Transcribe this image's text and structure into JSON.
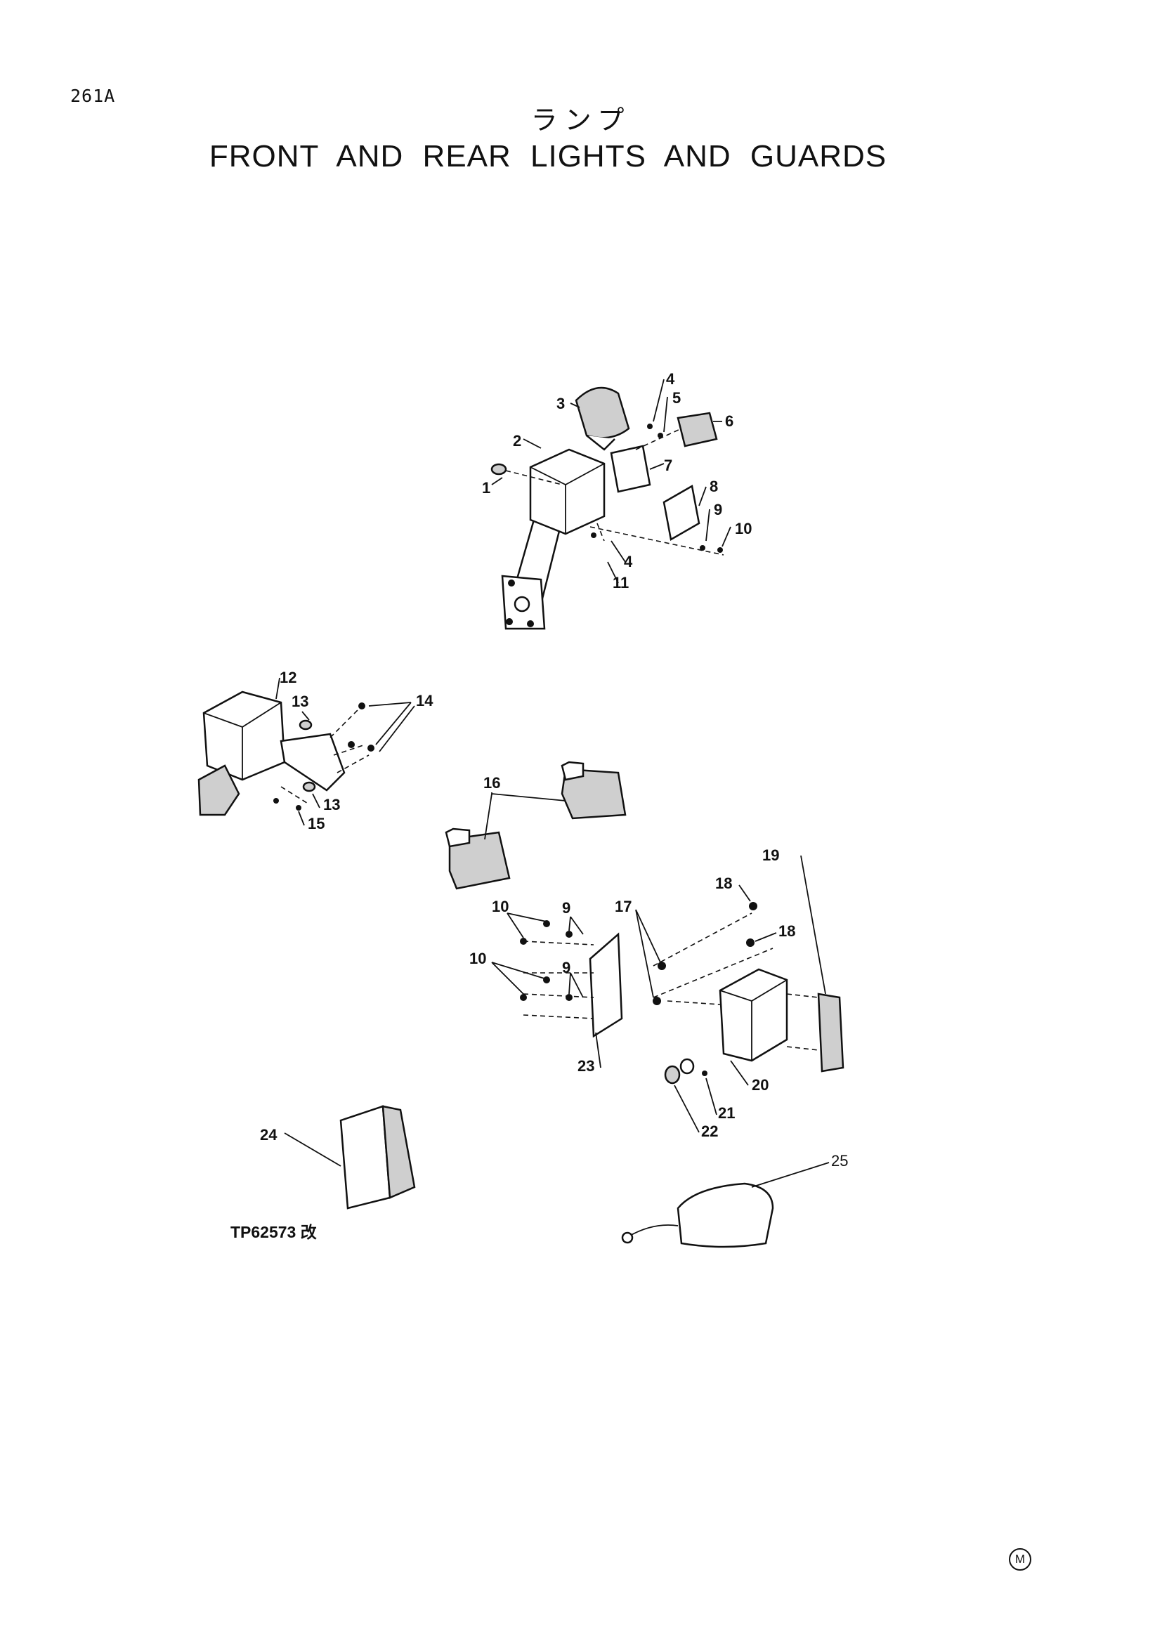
{
  "page_number": "261A",
  "title_jp": "ランプ",
  "title_en": "FRONT AND REAR LIGHTS AND GUARDS",
  "drawing_number": "TP62573 改",
  "mark": "M",
  "callouts": [
    "1",
    "2",
    "3",
    "4",
    "5",
    "6",
    "7",
    "8",
    "9",
    "10",
    "4",
    "11",
    "12",
    "13",
    "14",
    "13",
    "15",
    "16",
    "10",
    "9",
    "10",
    "9",
    "23",
    "17",
    "18",
    "18",
    "19",
    "20",
    "21",
    "22",
    "24",
    "25"
  ]
}
